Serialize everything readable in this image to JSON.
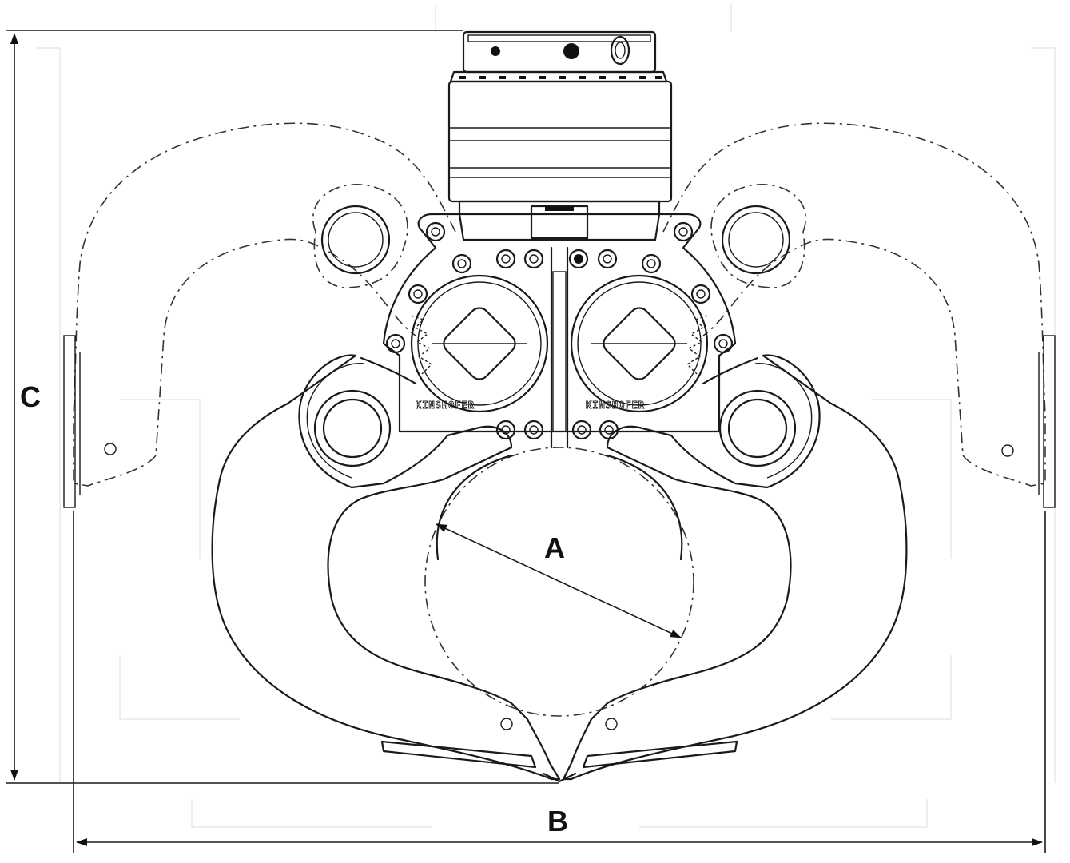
{
  "dimensions": {
    "a_label": "A",
    "b_label": "B",
    "c_label": "C"
  },
  "brand_markings": {
    "left": "KINSHOFER",
    "right": "KINSHOFER"
  }
}
